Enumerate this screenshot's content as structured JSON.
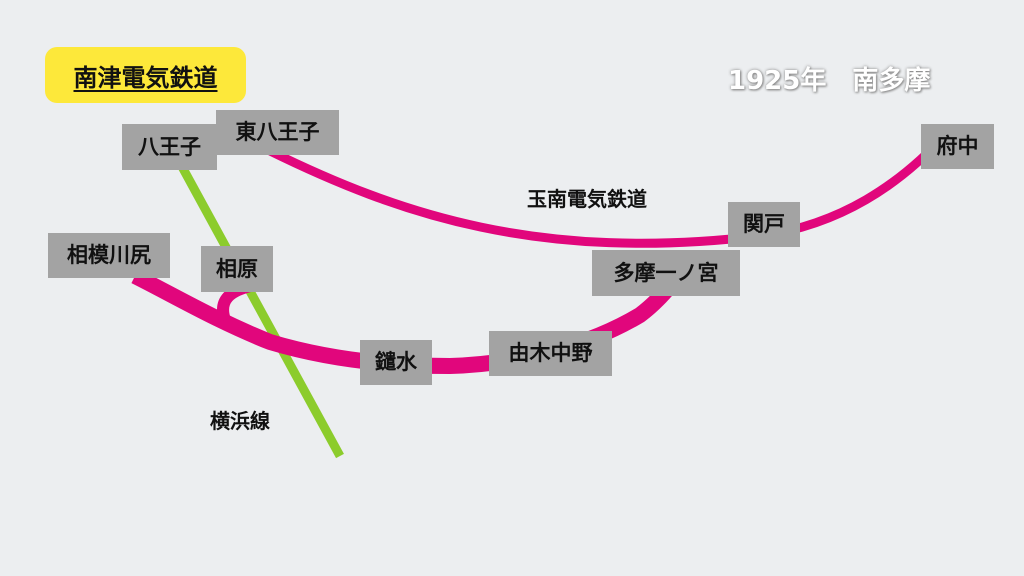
{
  "title": {
    "company": "南津電気鉄道",
    "year_area": "1925年　南多摩"
  },
  "colors": {
    "background": "#eceef0",
    "title_badge": "#fde83a",
    "main_line": "#e1067c",
    "yokohama_line": "#8ccc2c",
    "station_box": "#a3a3a3"
  },
  "lines": {
    "tamanan": {
      "label": "玉南電気鉄道"
    },
    "yokohama": {
      "label": "横浜線"
    }
  },
  "stations": {
    "hachioji": "八王子",
    "higashi_hachioji": "東八王子",
    "fuchu": "府中",
    "sekido": "関戸",
    "tama_ichinomiya": "多摩一ノ宮",
    "yugi_nakano": "由木中野",
    "yarimizu": "鑓水",
    "aihara": "相原",
    "sagamihara_jiri": "相模川尻"
  }
}
